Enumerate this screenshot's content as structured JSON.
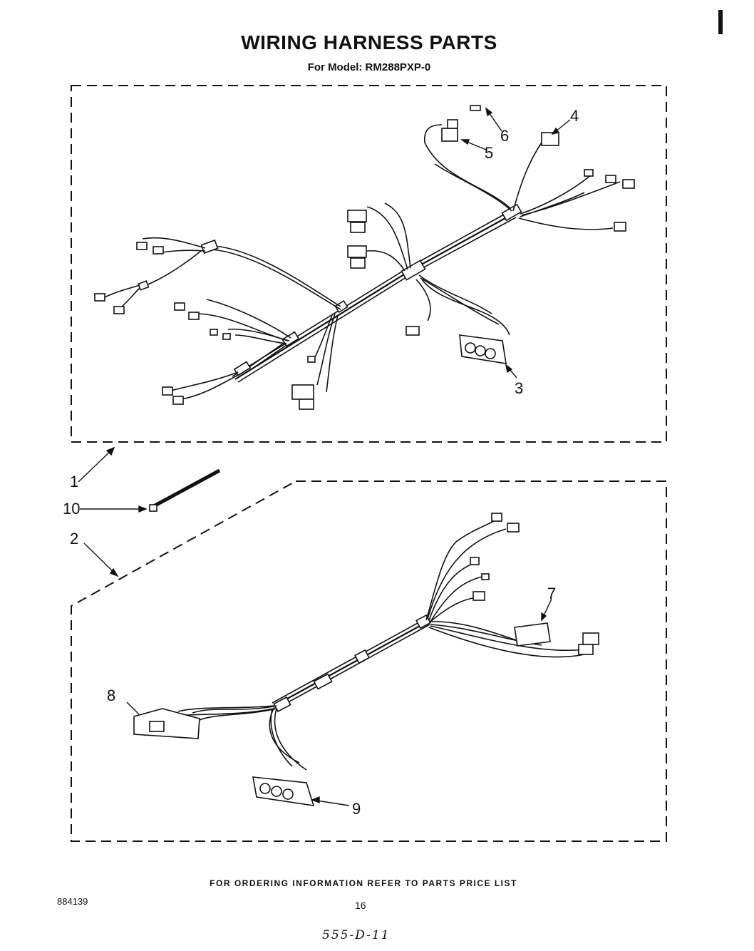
{
  "title": "WIRING HARNESS PARTS",
  "model_label": "For Model: RM288PXP-0",
  "footer_text": "FOR ORDERING INFORMATION REFER TO PARTS PRICE LIST",
  "doc_number": "884139",
  "page_number": "16",
  "handwritten_note": "555-D-11",
  "callouts": {
    "c1": "1",
    "c2": "2",
    "c3": "3",
    "c4": "4",
    "c5": "5",
    "c6": "6",
    "c7": "7",
    "c8": "8",
    "c9": "9",
    "c10": "10"
  }
}
